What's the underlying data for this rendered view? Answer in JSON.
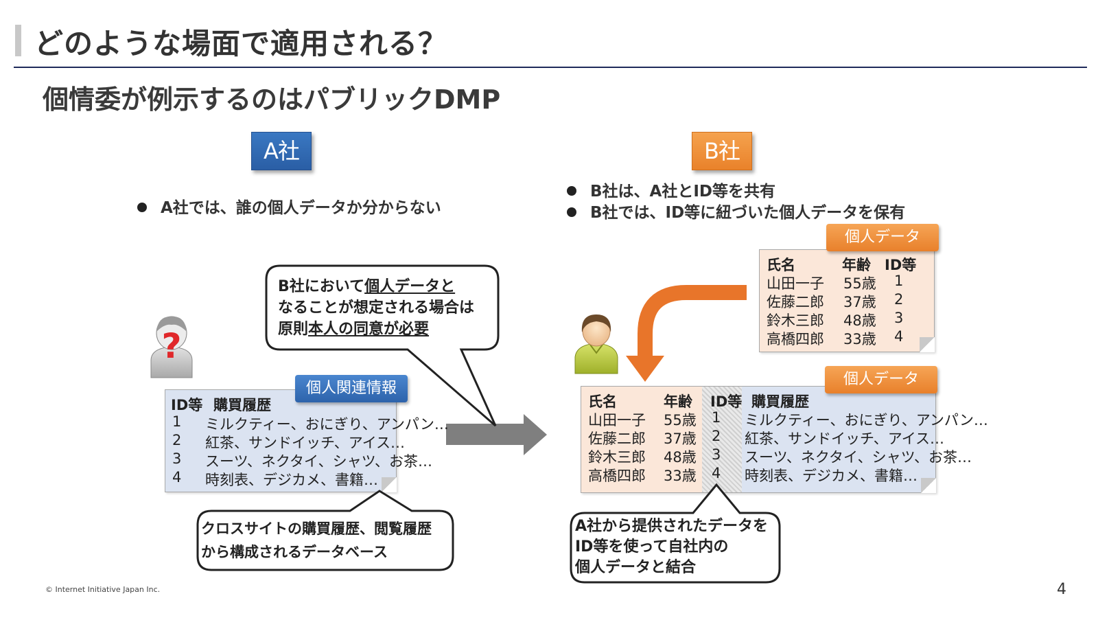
{
  "slide": {
    "title": "どのような場面で適用される？",
    "subtitle": "個情委が例示するのはパブリックDMP",
    "footer": "© Internet Initiative Japan Inc.",
    "page_number": "4"
  },
  "company_a": {
    "badge": "A社",
    "bullets": [
      "A社では、誰の個人データか分からない"
    ],
    "tag": "個人関連情報",
    "table": {
      "headers": [
        "ID等",
        "購買履歴"
      ],
      "rows": [
        [
          "1",
          "ミルクティー、おにぎり、アンパン…"
        ],
        [
          "2",
          "紅茶、サンドイッチ、アイス…"
        ],
        [
          "3",
          "スーツ、ネクタイ、シャツ、お茶…"
        ],
        [
          "4",
          "時刻表、デジカメ、書籍…"
        ]
      ]
    },
    "callout_consent": {
      "line1_pre": "B社において",
      "line1_ul": "個人データと",
      "line2": "なることが想定される場合は",
      "line3_pre": "原則",
      "line3_ul": "本人の同意が必要"
    },
    "callout_db": {
      "line1": "クロスサイトの購買履歴、閲覧履歴",
      "line2": "から構成されるデータベース"
    }
  },
  "company_b": {
    "badge": "B社",
    "bullets": [
      "B社は、A社とID等を共有",
      "B社では、ID等に紐づいた個人データを保有"
    ],
    "tag_top": "個人データ",
    "tag_bottom": "個人データ",
    "top_table": {
      "headers": [
        "氏名",
        "年齢",
        "ID等"
      ],
      "rows": [
        [
          "山田一子",
          "55歳",
          "1"
        ],
        [
          "佐藤二郎",
          "37歳",
          "2"
        ],
        [
          "鈴木三郎",
          "48歳",
          "3"
        ],
        [
          "高橋四郎",
          "33歳",
          "4"
        ]
      ]
    },
    "merged_table": {
      "headers": [
        "氏名",
        "年齢",
        "ID等",
        "購買履歴"
      ],
      "rows": [
        [
          "山田一子",
          "55歳",
          "1",
          "ミルクティー、おにぎり、アンパン…"
        ],
        [
          "佐藤二郎",
          "37歳",
          "2",
          "紅茶、サンドイッチ、アイス…"
        ],
        [
          "鈴木三郎",
          "48歳",
          "3",
          "スーツ、ネクタイ、シャツ、お茶…"
        ],
        [
          "高橋四郎",
          "33歳",
          "4",
          "時刻表、デジカメ、書籍…"
        ]
      ]
    },
    "callout_merge": {
      "line1": "A社から提供されたデータを",
      "line2": "ID等を使って自社内の",
      "line3": "個人データと結合"
    }
  },
  "icons": {
    "unknown_person": "unknown-person-icon",
    "known_person": "person-icon",
    "unknown_mark": "?"
  },
  "colors": {
    "blue_badge": "#2a5ea5",
    "orange_badge": "#e9822a",
    "arrow_orange": "#e8752a",
    "arrow_gray": "#7f7f7f",
    "note_blue": "#dbe3f1",
    "note_peach": "#fbe7d9",
    "rule": "#1f2a5a"
  }
}
